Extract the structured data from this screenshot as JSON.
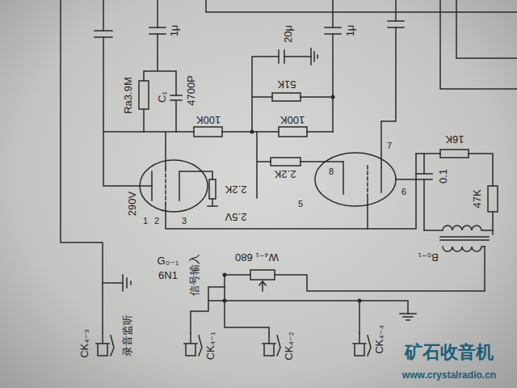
{
  "diagram": {
    "labels": [
      "1μ",
      "Ra3.9M",
      "C₁",
      "4700P",
      "20μ",
      "1μ",
      "51K",
      "100K",
      "100K",
      "290V",
      "1",
      "2",
      "3",
      "2.2K",
      "2.5V",
      "2.2K",
      "8",
      "7",
      "5",
      "6",
      "16K",
      "0.1",
      "47K",
      "B₀₋₁",
      "W₄₋₁ 680",
      "G₀₋₁",
      "6N1",
      "录音监听",
      "CK₄₋₃",
      "信号输入",
      "CK₄₋₁",
      "CK₄₋₂",
      "CK₄₋₄",
      "矿石收音机",
      "www.crystalradio.cn"
    ]
  }
}
